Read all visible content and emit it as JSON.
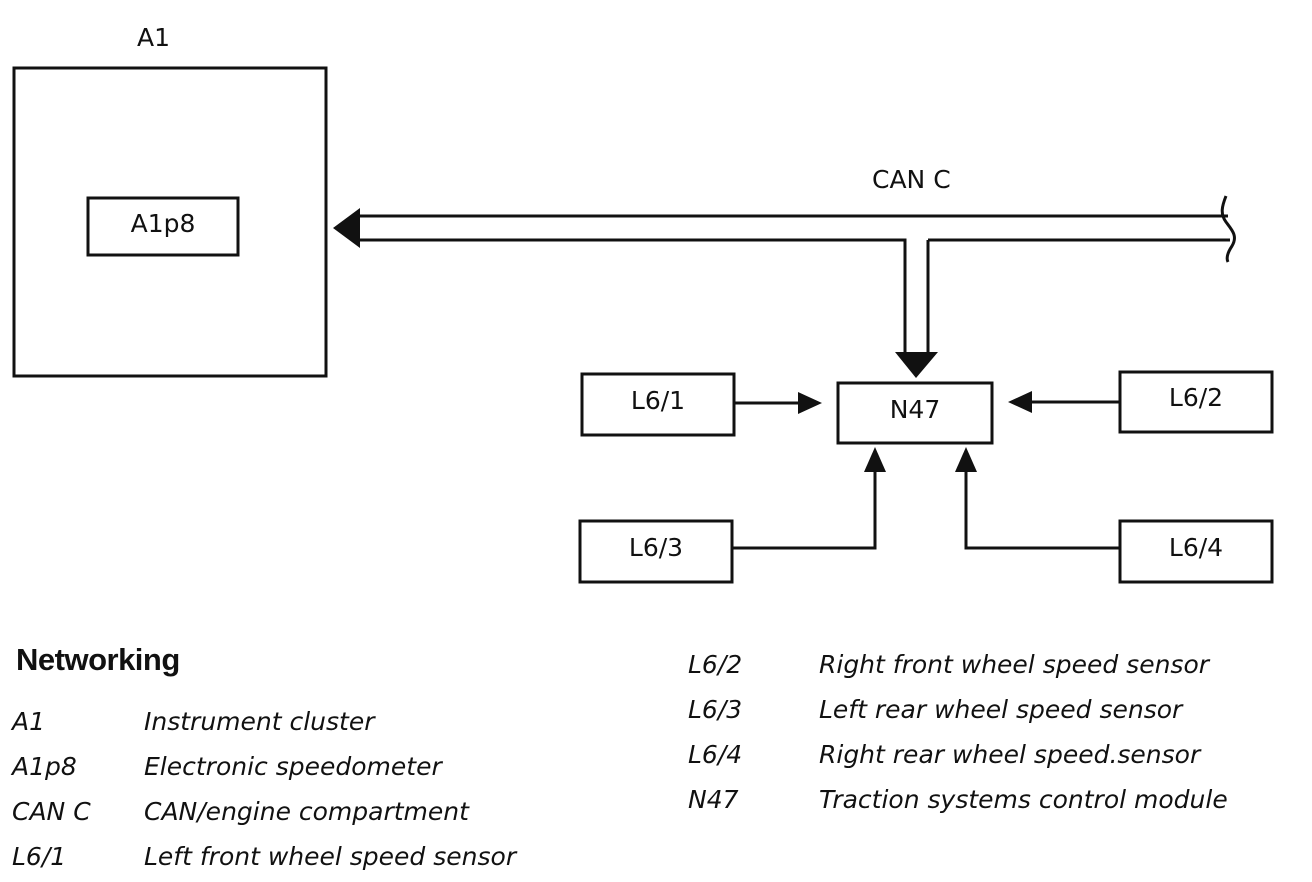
{
  "diagram": {
    "nodes": {
      "a1": "A1",
      "a1p8": "A1p8",
      "can_c": "CAN C",
      "n47": "N47",
      "l6_1": "L6/1",
      "l6_2": "L6/2",
      "l6_3": "L6/3",
      "l6_4": "L6/4"
    }
  },
  "legend": {
    "title": "Networking",
    "left_items": [
      {
        "code": "A1",
        "desc": "Instrument cluster"
      },
      {
        "code": "A1p8",
        "desc": "Electronic speedometer"
      },
      {
        "code": "CAN C",
        "desc": "CAN/engine compartment"
      },
      {
        "code": "L6/1",
        "desc": "Left front wheel speed sensor"
      }
    ],
    "right_items": [
      {
        "code": "L6/2",
        "desc": "Right front wheel speed sensor"
      },
      {
        "code": "L6/3",
        "desc": "Left rear wheel speed sensor"
      },
      {
        "code": "L6/4",
        "desc": "Right rear wheel speed.sensor"
      },
      {
        "code": "N47",
        "desc": "Traction systems control module"
      }
    ]
  }
}
